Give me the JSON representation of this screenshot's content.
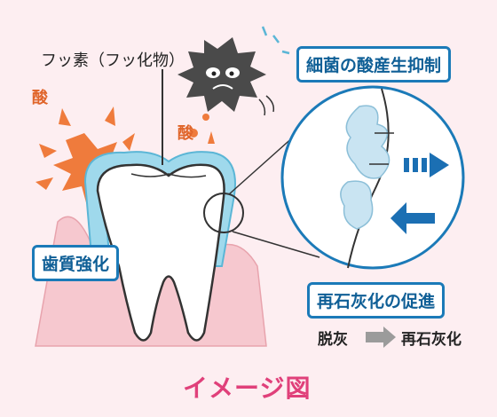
{
  "labels": {
    "fluoride": "フッ素（フッ化物）",
    "acid": "酸",
    "suppress_bacteria_acid": "細菌の酸産生抑制",
    "enamel_strengthening": "歯質強化",
    "remineralization_promotion": "再石灰化の促進",
    "demineralization": "脱灰",
    "remineralization": "再石灰化"
  },
  "caption": "イメージ図",
  "colors": {
    "background": "#fdeef1",
    "box_border": "#1b7ab8",
    "box_text": "#0f5f96",
    "acid": "#e0652a",
    "caption": "#e0407a",
    "gum": "#f6c8cf",
    "fluoride_coat": "#9fd9ec",
    "bacterium": "#4a4a4a",
    "arrow_blue": "#1b6fb3"
  },
  "icons": [
    "bacterium-icon",
    "tooth-icon",
    "acid-burst-icon",
    "magnifier-circle-icon",
    "arrow-right-icon"
  ]
}
